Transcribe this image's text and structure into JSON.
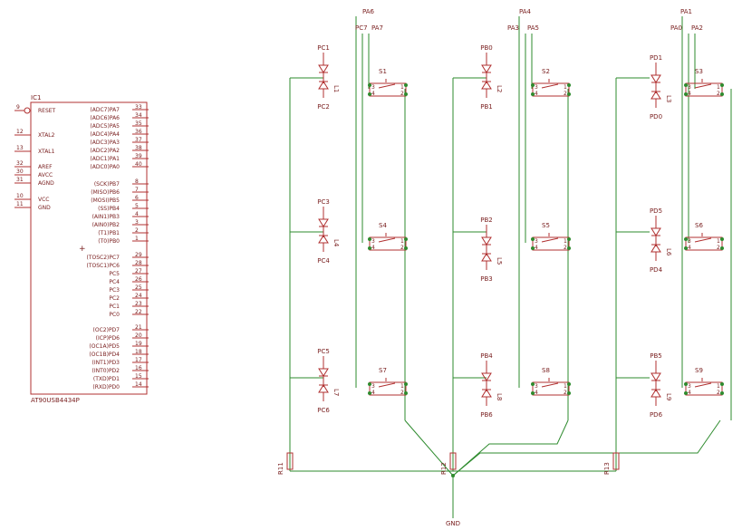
{
  "ic": {
    "ref": "IC1",
    "part": "AT90USB4434P",
    "left_pins": [
      {
        "num": "9",
        "name": "RESET"
      },
      {
        "num": "12",
        "name": "XTAL2"
      },
      {
        "num": "13",
        "name": "XTAL1"
      },
      {
        "num": "32",
        "name": "AREF"
      },
      {
        "num": "30",
        "name": "AVCC"
      },
      {
        "num": "31",
        "name": "AGND"
      },
      {
        "num": "10",
        "name": "VCC"
      },
      {
        "num": "11",
        "name": "GND"
      }
    ],
    "right_pins": [
      {
        "num": "33",
        "name": "(ADC7)PA7"
      },
      {
        "num": "34",
        "name": "(ADC6)PA6"
      },
      {
        "num": "35",
        "name": "(ADC5)PA5"
      },
      {
        "num": "36",
        "name": "(ADC4)PA4"
      },
      {
        "num": "37",
        "name": "(ADC3)PA3"
      },
      {
        "num": "38",
        "name": "(ADC2)PA2"
      },
      {
        "num": "39",
        "name": "(ADC1)PA1"
      },
      {
        "num": "40",
        "name": "(ADC0)PA0"
      },
      {
        "num": "8",
        "name": "(SCK)PB7"
      },
      {
        "num": "7",
        "name": "(MISO)PB6"
      },
      {
        "num": "6",
        "name": "(MOSI)PB5"
      },
      {
        "num": "5",
        "name": "(SS)PB4"
      },
      {
        "num": "4",
        "name": "(AIN1)PB3"
      },
      {
        "num": "3",
        "name": "(AIN0)PB2"
      },
      {
        "num": "2",
        "name": "(T1)PB1"
      },
      {
        "num": "1",
        "name": "(T0)PB0"
      },
      {
        "num": "29",
        "name": "(TOSC2)PC7"
      },
      {
        "num": "28",
        "name": "(TOSC1)PC6"
      },
      {
        "num": "27",
        "name": "PC5"
      },
      {
        "num": "26",
        "name": "PC4"
      },
      {
        "num": "25",
        "name": "PC3"
      },
      {
        "num": "24",
        "name": "PC2"
      },
      {
        "num": "23",
        "name": "PC1"
      },
      {
        "num": "22",
        "name": "PC0"
      },
      {
        "num": "21",
        "name": "(OC2)PD7"
      },
      {
        "num": "20",
        "name": "(ICP)PD6"
      },
      {
        "num": "19",
        "name": "(OC1A)PD5"
      },
      {
        "num": "18",
        "name": "(OC1B)PD4"
      },
      {
        "num": "17",
        "name": "(INT1)PD3"
      },
      {
        "num": "16",
        "name": "(INT0)PD2"
      },
      {
        "num": "15",
        "name": "(TXD)PD1"
      },
      {
        "num": "14",
        "name": "(RXD)PD0"
      }
    ]
  },
  "top_nets": [
    "PA6",
    "PC7",
    "PA7",
    "PA4",
    "PA3",
    "PA5",
    "PA1",
    "PA0",
    "PA2"
  ],
  "leds": [
    {
      "ref": "L1",
      "top": "PC1",
      "bottom": "PC2"
    },
    {
      "ref": "L2",
      "top": "PB0",
      "bottom": "PB1"
    },
    {
      "ref": "L3",
      "top": "PD1",
      "bottom": "PD0"
    },
    {
      "ref": "L4",
      "top": "PC3",
      "bottom": "PC4"
    },
    {
      "ref": "L5",
      "top": "PB2",
      "bottom": "PB3"
    },
    {
      "ref": "L6",
      "top": "PD5",
      "bottom": "PD4"
    },
    {
      "ref": "L7",
      "top": "PC5",
      "bottom": "PC6"
    },
    {
      "ref": "L8",
      "top": "PB4",
      "bottom": "PB6"
    },
    {
      "ref": "L9",
      "top": "PB5",
      "bottom": "PD6"
    }
  ],
  "switches": [
    {
      "ref": "S1"
    },
    {
      "ref": "S2"
    },
    {
      "ref": "S3"
    },
    {
      "ref": "S4"
    },
    {
      "ref": "S5"
    },
    {
      "ref": "S6"
    },
    {
      "ref": "S7"
    },
    {
      "ref": "S8"
    },
    {
      "ref": "S9"
    }
  ],
  "switch_pins": {
    "a": "3",
    "b": "1",
    "c": "4",
    "d": "2"
  },
  "resistors": [
    {
      "ref": "R11"
    },
    {
      "ref": "R12"
    },
    {
      "ref": "R13"
    }
  ],
  "gnd": "GND",
  "colors": {
    "component": "#b03030",
    "wire": "#2e8b2e",
    "text": "#7a2020"
  }
}
